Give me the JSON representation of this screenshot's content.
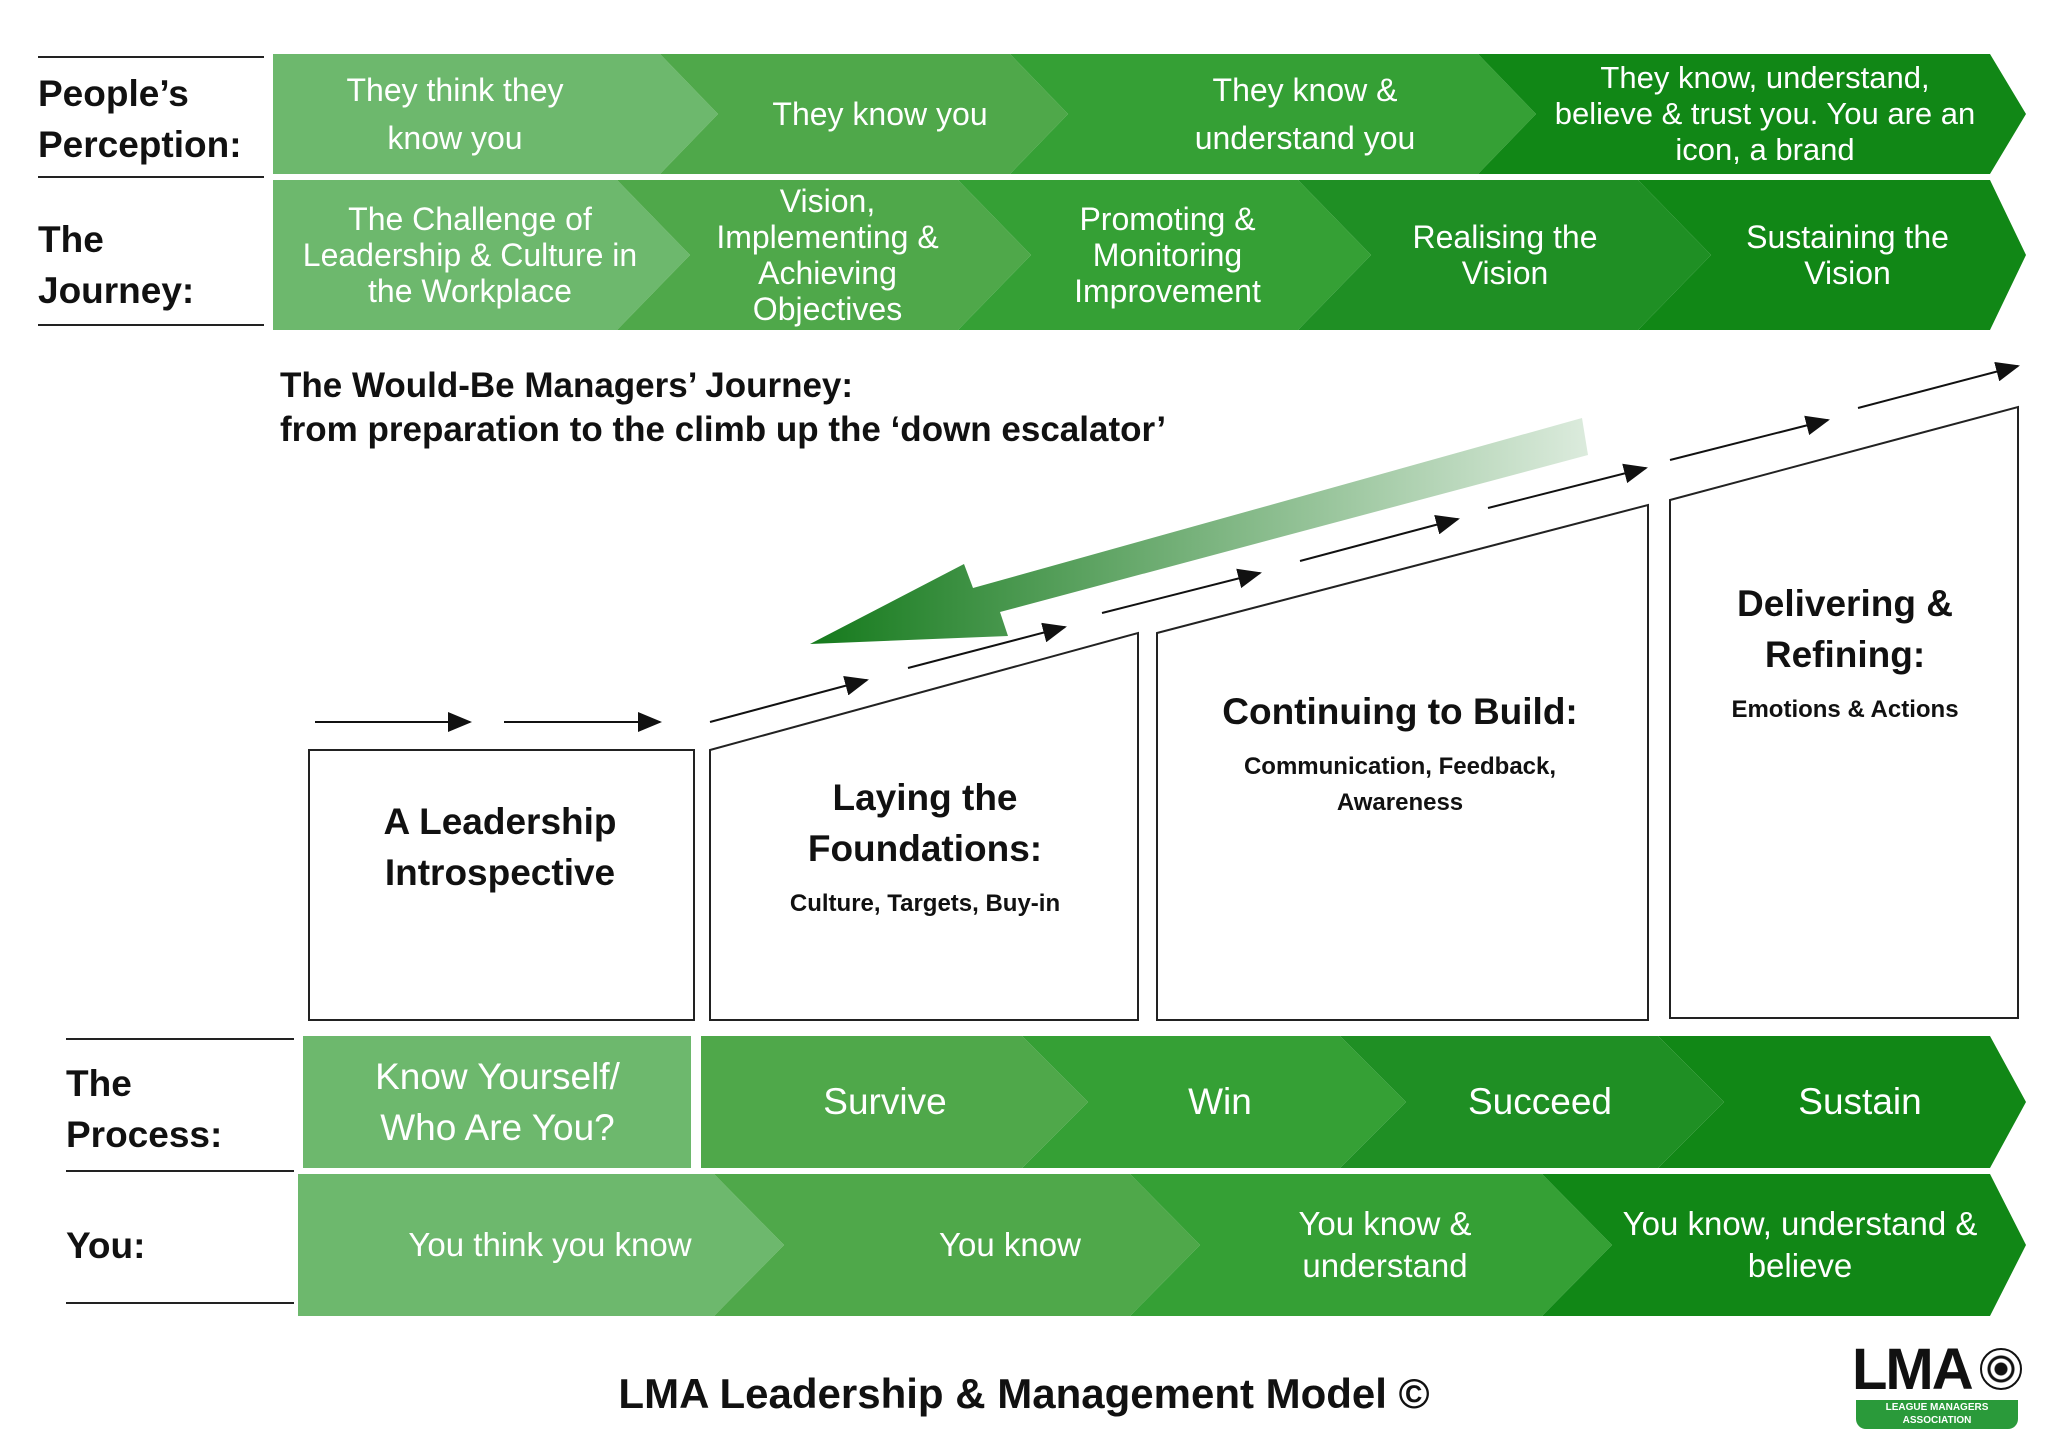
{
  "labels": {
    "perception": "People’s Perception:",
    "journey": "The Journey:",
    "process": "The Process:",
    "you": "You:"
  },
  "perception_row": [
    "They think they know you",
    "They know you",
    "They know & understand you",
    "They know, understand, believe & trust you. You are an icon, a brand"
  ],
  "journey_row": [
    "The Challenge of Leadership & Culture in the Workplace",
    "Vision, Implementing & Achieving Objectives",
    "Promoting & Monitoring Improvement",
    "Realising the Vision",
    "Sustaining the Vision"
  ],
  "subtitle": {
    "line1": "The Would-Be Managers’ Journey:",
    "line2": "from preparation to the climb up the ‘down escalator’"
  },
  "stages": [
    {
      "title": "A Leadership Introspective",
      "subtitle": ""
    },
    {
      "title": "Laying the Foundations:",
      "subtitle": "Culture, Targets, Buy-in"
    },
    {
      "title": "Continuing to Build:",
      "subtitle": "Communication, Feedback, Awareness"
    },
    {
      "title": "Delivering & Refining:",
      "subtitle": "Emotions & Actions"
    }
  ],
  "process_row": [
    "Know Yourself/ Who Are You?",
    "Survive",
    "Win",
    "Succeed",
    "Sustain"
  ],
  "you_row": [
    "You think you know",
    "You know",
    "You know & understand",
    "You know, understand & believe"
  ],
  "footer": "LMA Leadership & Management Model ©",
  "logo": {
    "wordmark": "LMA",
    "band_text": "LEAGUE MANAGERS ASSOCIATION"
  },
  "colors": {
    "green_1": "#6db86d",
    "green_2": "#4fa84a",
    "green_3": "#35a035",
    "green_4": "#1f8f24",
    "green_5": "#118716",
    "arrow_dark": "#157a1c"
  }
}
